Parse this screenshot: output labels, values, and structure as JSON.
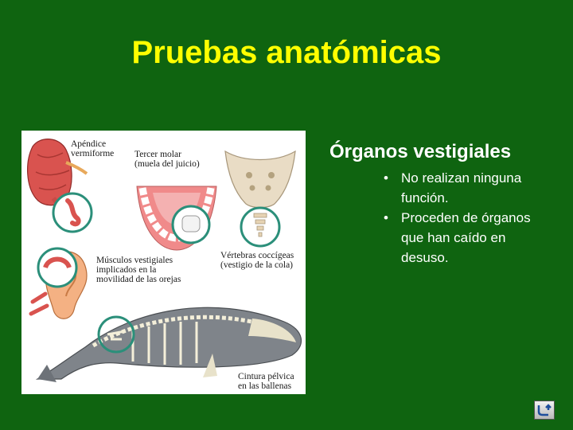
{
  "slide": {
    "title": "Pruebas anatómicas",
    "heading": "Órganos vestigiales",
    "bullets": [
      "No realizan ninguna función.",
      "Proceden de órganos que han caído en desuso."
    ]
  },
  "figure": {
    "labels": {
      "appendix_1": "Apéndice",
      "appendix_2": "vermiforme",
      "molar_1": "Tercer molar",
      "molar_2": "(muela del juicio)",
      "coccyx_1": "Vértebras coccígeas",
      "coccyx_2": "(vestigio de la cola)",
      "ear_1": "Músculos vestigiales",
      "ear_2": "implicados en la",
      "ear_3": "movilidad de las orejas",
      "pelvis_1": "Cintura pélvica",
      "pelvis_2": "en las ballenas"
    }
  },
  "navigation": {
    "return_icon": "return-arrow-icon"
  },
  "colors": {
    "background": "#0f6410",
    "title": "#ffff00",
    "text": "#ffffff",
    "highlight_circle": "#2b8f7a"
  }
}
